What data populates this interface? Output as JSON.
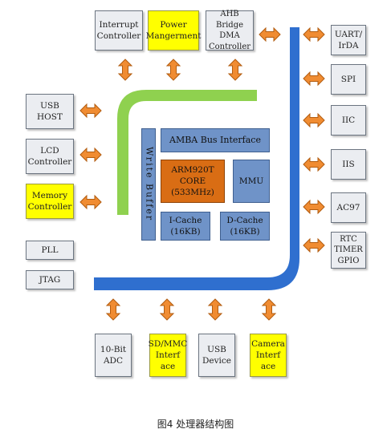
{
  "colors": {
    "blue_bus": "#2f6fcf",
    "green_bus": "#8fd14f",
    "arrow_fill": "#f08c32",
    "arrow_stroke": "#b25c10",
    "highlight_yellow": "#ffff00",
    "core_orange": "#d96d14",
    "inner_blue": "#6f93c8"
  },
  "top": {
    "interrupt": "Interrupt\nController",
    "power": "Power\nMangerment",
    "ahb": "AHB Bridge\nDMA\nController"
  },
  "left": {
    "usb_host": "USB\nHOST",
    "lcd": "LCD\nController",
    "memory": "Memory\nController",
    "pll": "PLL",
    "jtag": "JTAG"
  },
  "right": {
    "uart": "UART/\nIrDA",
    "spi": "SPI",
    "iic": "IIC",
    "iis": "IIS",
    "ac97": "AC97",
    "rtc": "RTC\nTIMER\nGPIO"
  },
  "bottom": {
    "adc": "10-Bit\nADC",
    "sdmmc": "SD/MMC\nInterf\nace",
    "usb_device": "USB\nDevice",
    "camera": "Camera\nInterf\nace"
  },
  "core": {
    "write_buffer": "Write Buffer",
    "amba": "AMBA Bus Interface",
    "arm": "ARM920T CORE\n(533MHz)",
    "mmu": "MMU",
    "icache": "I-Cache\n(16KB)",
    "dcache": "D-Cache\n(16KB)"
  },
  "caption": "图4 处理器结构图"
}
